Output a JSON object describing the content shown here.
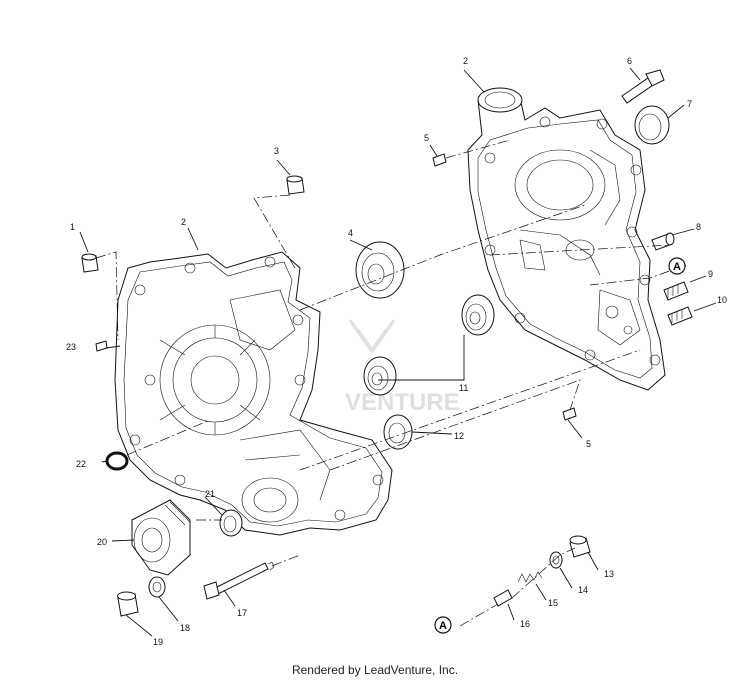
{
  "callouts": {
    "c1": "1",
    "c2a": "2",
    "c2b": "2",
    "c3": "3",
    "c4": "4",
    "c5a": "5",
    "c5b": "5",
    "c6": "6",
    "c7": "7",
    "c8": "8",
    "c9": "9",
    "c10": "10",
    "c11": "11",
    "c12": "12",
    "c13": "13",
    "c14": "14",
    "c15": "15",
    "c16": "16",
    "c17": "17",
    "c18": "18",
    "c19": "19",
    "c20": "20",
    "c21": "21",
    "c22": "22",
    "c23": "23",
    "refA1": "A",
    "refA2": "A"
  },
  "watermark": "VENTURE",
  "footer": "Rendered by LeadVenture, Inc."
}
